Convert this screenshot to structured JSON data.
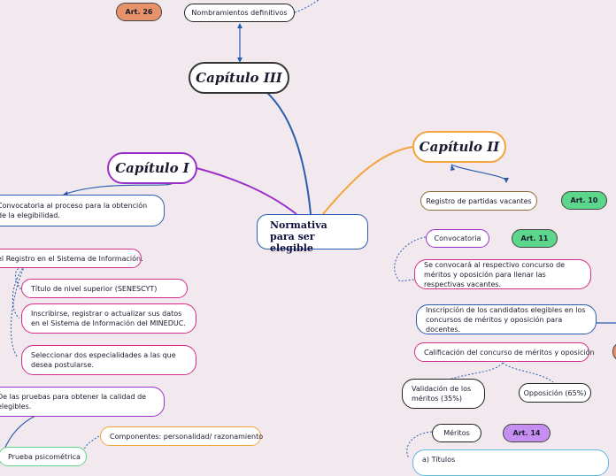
{
  "root": {
    "label": "Normativa para ser elegible"
  },
  "chapters": {
    "c1": "Capítulo I",
    "c2": "Capítulo II",
    "c3": "Capítulo III"
  },
  "chapter3": {
    "appointments": "Nombramientos definitivos",
    "art": "Art. 26"
  },
  "chapter1": {
    "call": "Convocatoria al proceso para la obtención de la elegibilidad.",
    "registry": "el Registro en el Sistema de Información.",
    "degree": "Título de nivel superior (SENESCYT)",
    "register": "Inscribirse, registrar o actualizar sus datos en el Sistema de Información del MINEDUC.",
    "specialties": "Seleccionar dos especialidades a las que desea postularse.",
    "tests": "De las pruebas para obtener la calidad de elegibles.",
    "components": "Componentes: personalidad/ razonamiento",
    "psychometric": "Prueba psicométrica"
  },
  "chapter2": {
    "vacancies": "Registro de partidas vacantes",
    "art10": "Art. 10",
    "convocatoria": "Convocatoria",
    "art11": "Art. 11",
    "contest": "Se convocará al respectivo concurso de méritos y oposición para llenar las respectivas vacantes.",
    "candidates": "Inscripción de los candidatos elegibles en los concursos de méritos y oposición para docentes.",
    "grading": "Calificación del concurso de méritos y oposición",
    "merit_validation": "Validación de los méritos (35%)",
    "opposition": "Opposición (65%)",
    "merits": "Méritos",
    "art14": "Art. 14",
    "titles": "a) Títulos"
  },
  "colors": {
    "chapter1": "#9b2fc9",
    "chapter2": "#f5a33b",
    "chapter3": "#2a5db0",
    "tag_orange": "#e8926a",
    "tag_green": "#5cd68a",
    "tag_purple": "#c48ff0",
    "pink_border": "#d42b8a",
    "blue_border": "#2a5db0",
    "background": "#f1e9ee"
  }
}
